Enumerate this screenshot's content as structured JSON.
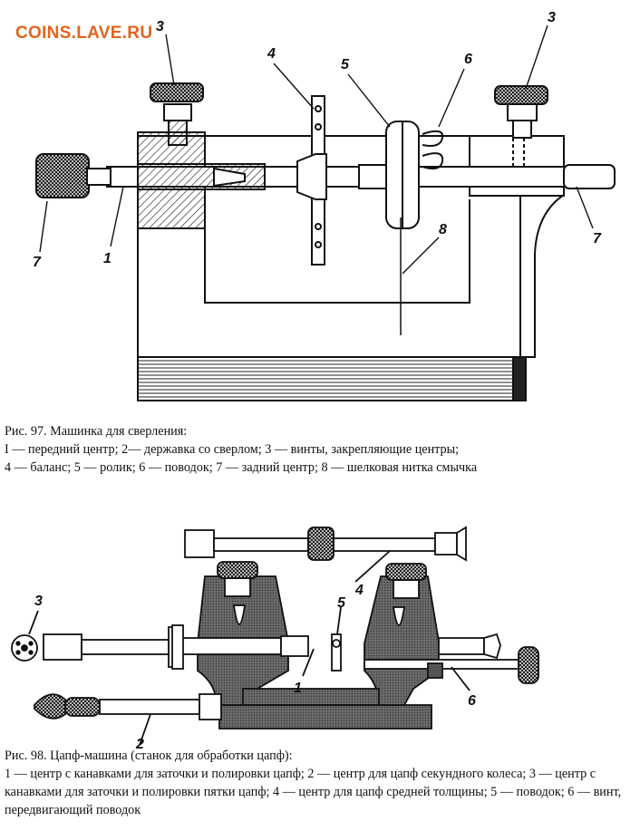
{
  "watermark": "COINS.LAVE.RU",
  "fig97": {
    "caption_title": "Рис. 97. Машинка для сверления:",
    "caption_line1": "I — передний центр; 2— державка со сверлом; 3 — винты, закрепляющие центры;",
    "caption_line2": "4 — баланс; 5 — ролик; 6 — поводок; 7 — задний центр; 8 — шелковая нитка смычка",
    "callouts": [
      "3",
      "4",
      "5",
      "6",
      "3",
      "7",
      "1",
      "8",
      "7"
    ]
  },
  "fig98": {
    "caption_title": "Рис. 98. Цапф-машина (станок для обработки цапф):",
    "caption_body": "1 — центр с канавками для заточки и полировки цапф; 2 — центр для цапф секундного колеса; 3 — центр с канавками для заточки и полировки пятки цапф; 4 — центр для цапф средней толщины; 5 — поводок; 6 — винт, передвигающий поводок",
    "callouts": [
      "4",
      "3",
      "5",
      "1",
      "2",
      "6"
    ]
  }
}
